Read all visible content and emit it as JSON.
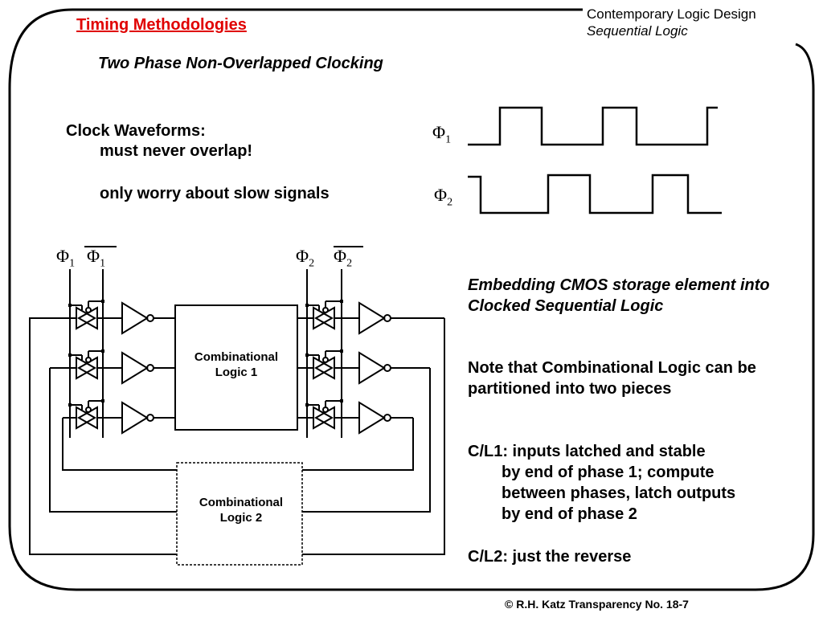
{
  "title": "Timing Methodologies",
  "header": {
    "line1": "Contemporary Logic Design",
    "line2": "Sequential Logic"
  },
  "subtitle": "Two Phase Non-Overlapped Clocking",
  "waveforms": {
    "heading": "Clock Waveforms:",
    "line1": "must never overlap!",
    "line2": "only worry about slow signals",
    "phi1_symbol": "Φ",
    "phi1_sub": "1",
    "phi2_symbol": "Φ",
    "phi2_sub": "2"
  },
  "circuit": {
    "left_phi": "Φ",
    "left_phi_sub": "1",
    "left_phibar": "Φ",
    "left_phibar_sub": "1",
    "right_phi": "Φ",
    "right_phi_sub": "2",
    "right_phibar": "Φ",
    "right_phibar_sub": "2",
    "cl1_line1": "Combinational",
    "cl1_line2": "Logic 1",
    "cl2_line1": "Combinational",
    "cl2_line2": "Logic 2"
  },
  "notes": {
    "embedding": "Embedding CMOS storage element into Clocked Sequential Logic",
    "partition": "Note that Combinational Logic can be partitioned into two pieces",
    "cl1_first": "C/L1: inputs latched and stable",
    "cl1_rest1": "by end of phase 1;  compute",
    "cl1_rest2": "between phases, latch outputs",
    "cl1_rest3": "by end of phase 2",
    "cl2": "C/L2: just the reverse"
  },
  "footer": "© R.H. Katz   Transparency No. 18-7"
}
